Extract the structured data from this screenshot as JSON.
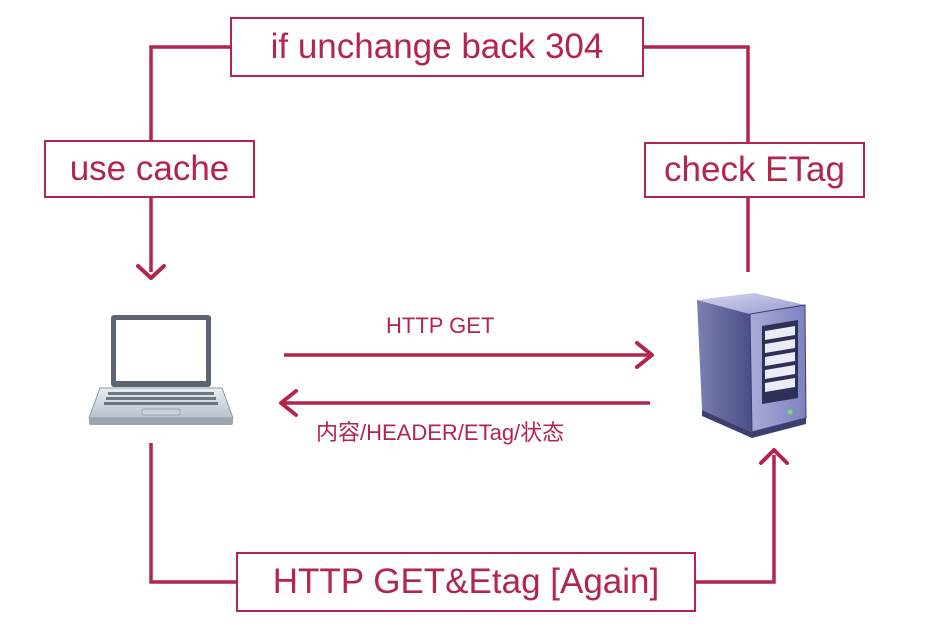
{
  "diagram": {
    "top_label": "if unchange back 304",
    "left_label": "use cache",
    "right_label": "check ETag",
    "bottom_label": "HTTP GET&Etag [Again]",
    "request_label": "HTTP GET",
    "response_label": "内容/HEADER/ETag/状态"
  },
  "colors": {
    "accent": "#b3254d",
    "background": "#ffffff"
  },
  "icons": {
    "client": "laptop-icon",
    "server": "server-icon"
  }
}
